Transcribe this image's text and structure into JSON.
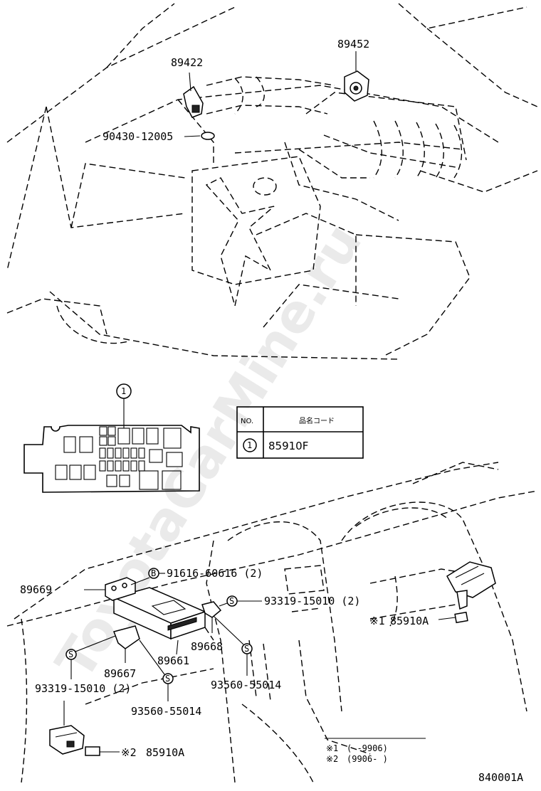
{
  "watermark": "ToyotaCarMine.ru",
  "engine_labels": {
    "sensor_89422": "89422",
    "sensor_89452": "89452",
    "gasket": "90430-12005"
  },
  "callout_number": "1",
  "table": {
    "header_no": "NO.",
    "header_code": "品名コード",
    "row_no": "1",
    "row_code": "85910F"
  },
  "dash_labels": {
    "bolt_91616": "91616-60616 (2)",
    "bracket_89669": "89669",
    "screw_93319_right": "93319-15010 (2)",
    "relay_85910a_right": "85910A",
    "marker_1": "※1",
    "bracket_89668": "89668",
    "ecu_89661": "89661",
    "bracket_89667": "89667",
    "screw_93319_left": "93319-15010 (2)",
    "nut_93560_right": "93560-55014",
    "nut_93560_left": "93560-55014",
    "relay_85910a_left": "85910A",
    "marker_2": "※2"
  },
  "notes": {
    "note1_mark": "※1",
    "note1_range": "(      -9906)",
    "note2_mark": "※2",
    "note2_range": "(9906-      )"
  },
  "figure_code": "840001A",
  "screw_symbol": "S",
  "bolt_symbol": "B"
}
